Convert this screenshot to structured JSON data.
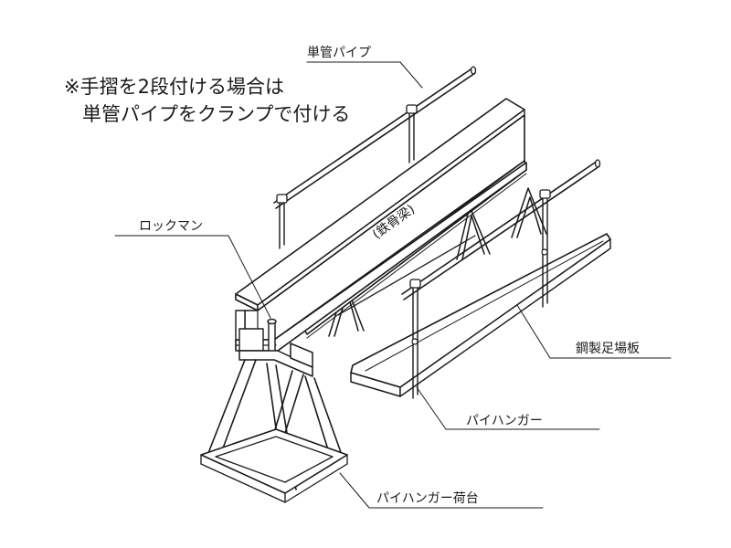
{
  "note": {
    "line1": "※手摺を2段付ける場合は",
    "line2": "単管パイプをクランプで付ける"
  },
  "labels": {
    "single_pipe": "単管パイプ",
    "lockman": "ロックマン",
    "steel_beam": "(鉄骨梁)",
    "steel_plank": "鋼製足場板",
    "pipe_hanger": "パイハンガー",
    "hanger_stand": "パイハンガー荷台"
  },
  "colors": {
    "line": "#1a1a1a",
    "background": "#ffffff"
  }
}
